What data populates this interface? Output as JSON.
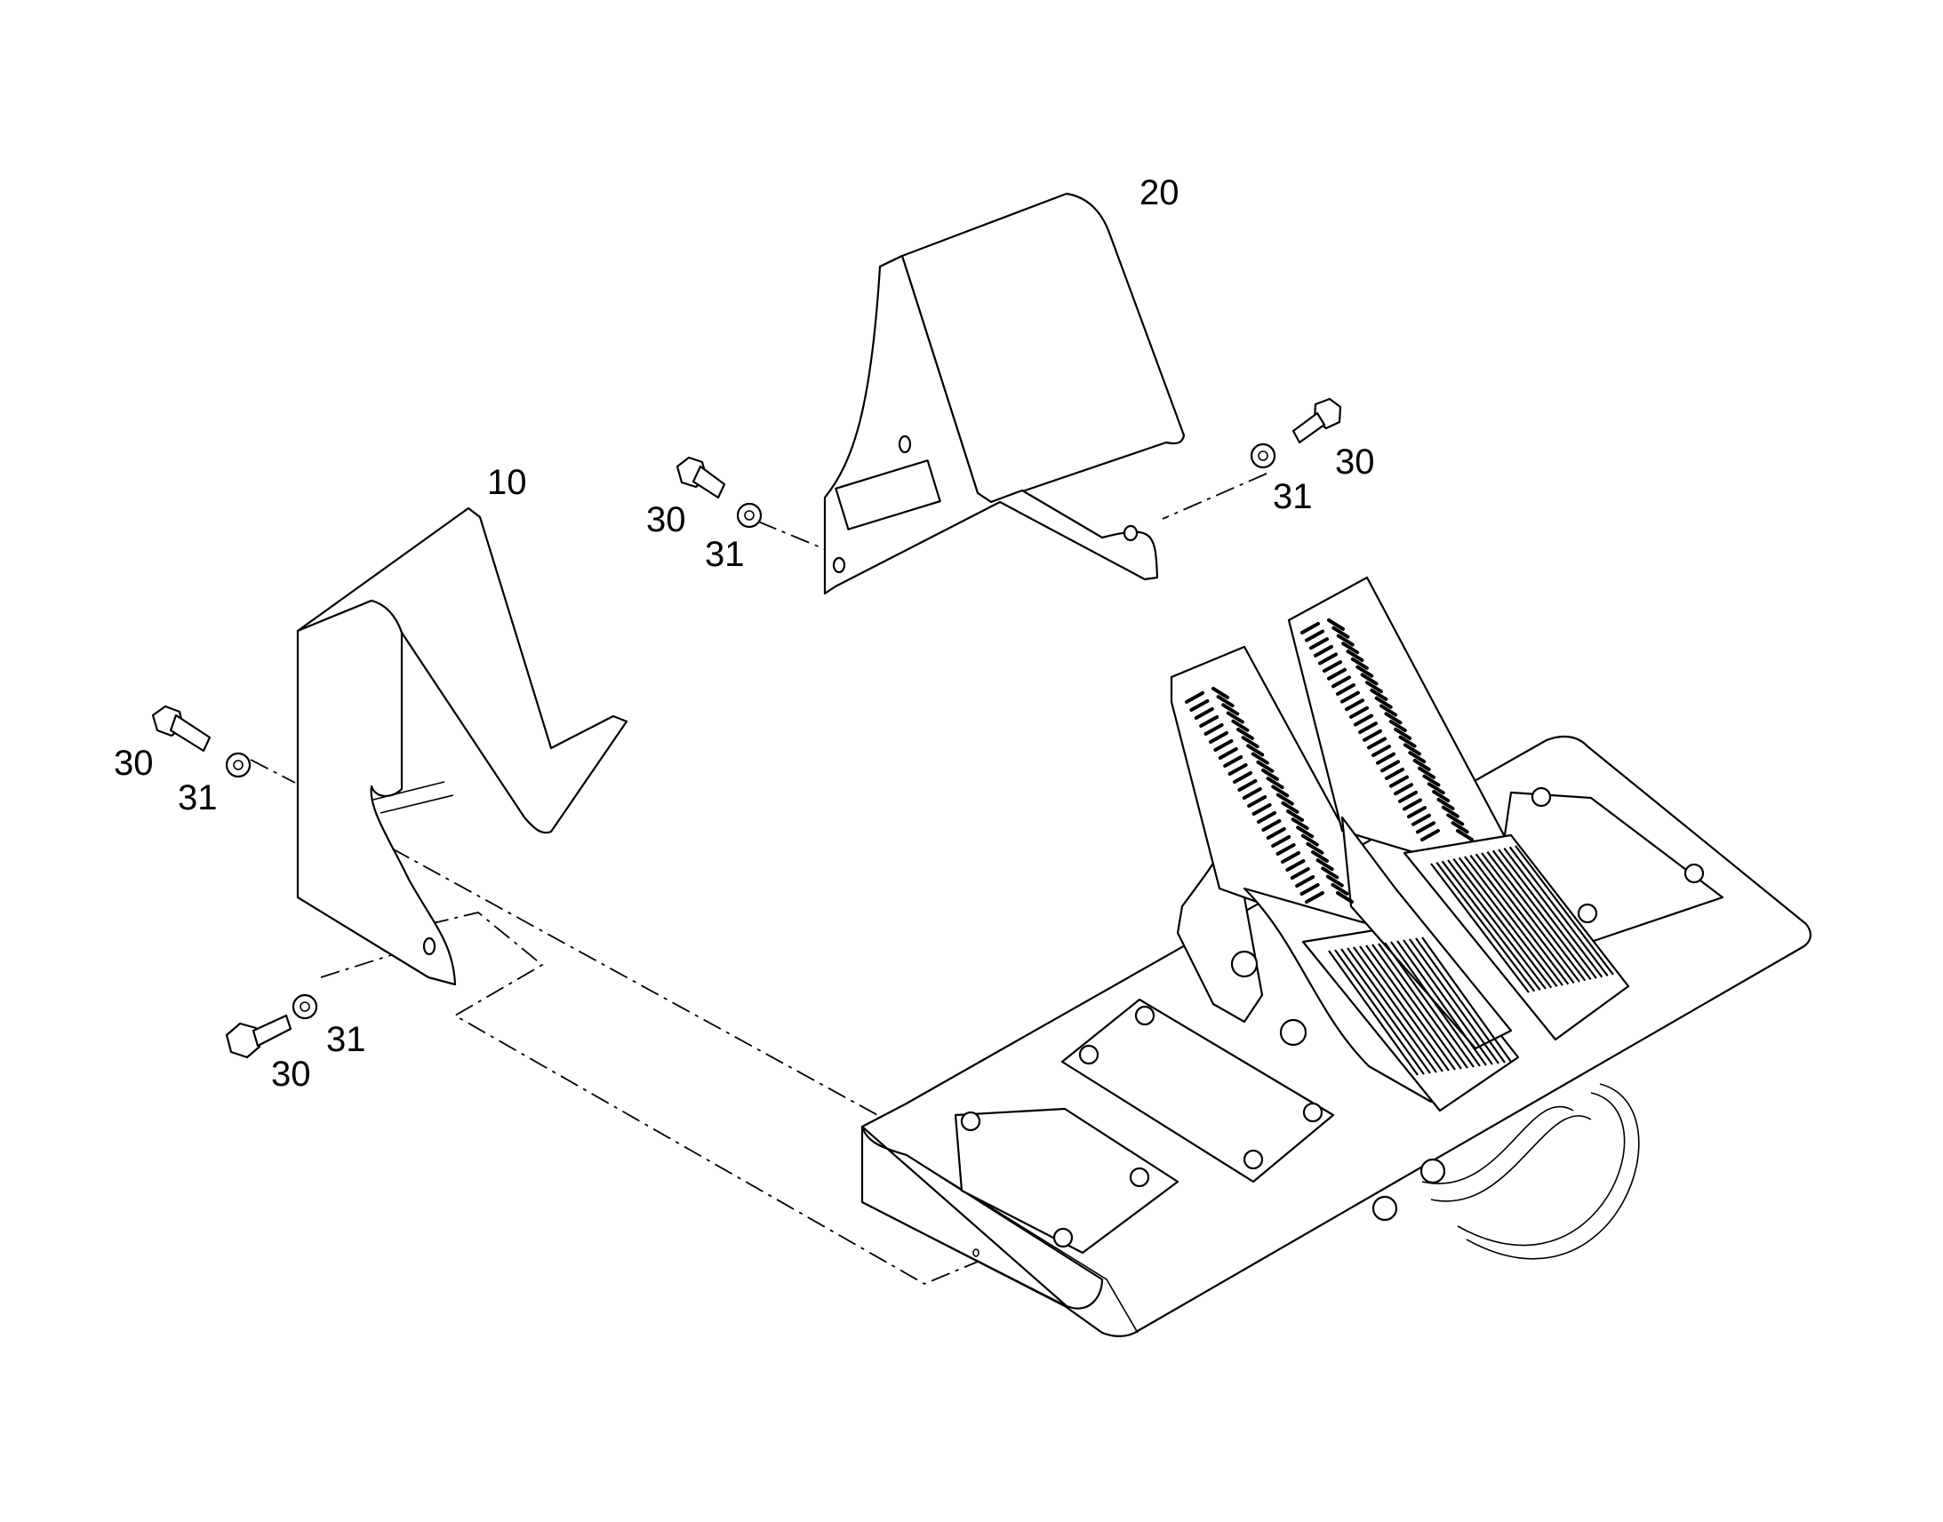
{
  "diagram": {
    "callouts": [
      {
        "id": "c10",
        "text": "10"
      },
      {
        "id": "c20",
        "text": "20"
      },
      {
        "id": "c30a",
        "text": "30"
      },
      {
        "id": "c31a",
        "text": "31"
      },
      {
        "id": "c30b",
        "text": "30"
      },
      {
        "id": "c31b",
        "text": "31"
      },
      {
        "id": "c30c",
        "text": "30"
      },
      {
        "id": "c31c",
        "text": "31"
      },
      {
        "id": "c30d",
        "text": "30"
      },
      {
        "id": "c31d",
        "text": "31"
      }
    ],
    "line_color": "#000000",
    "background": "#ffffff"
  }
}
